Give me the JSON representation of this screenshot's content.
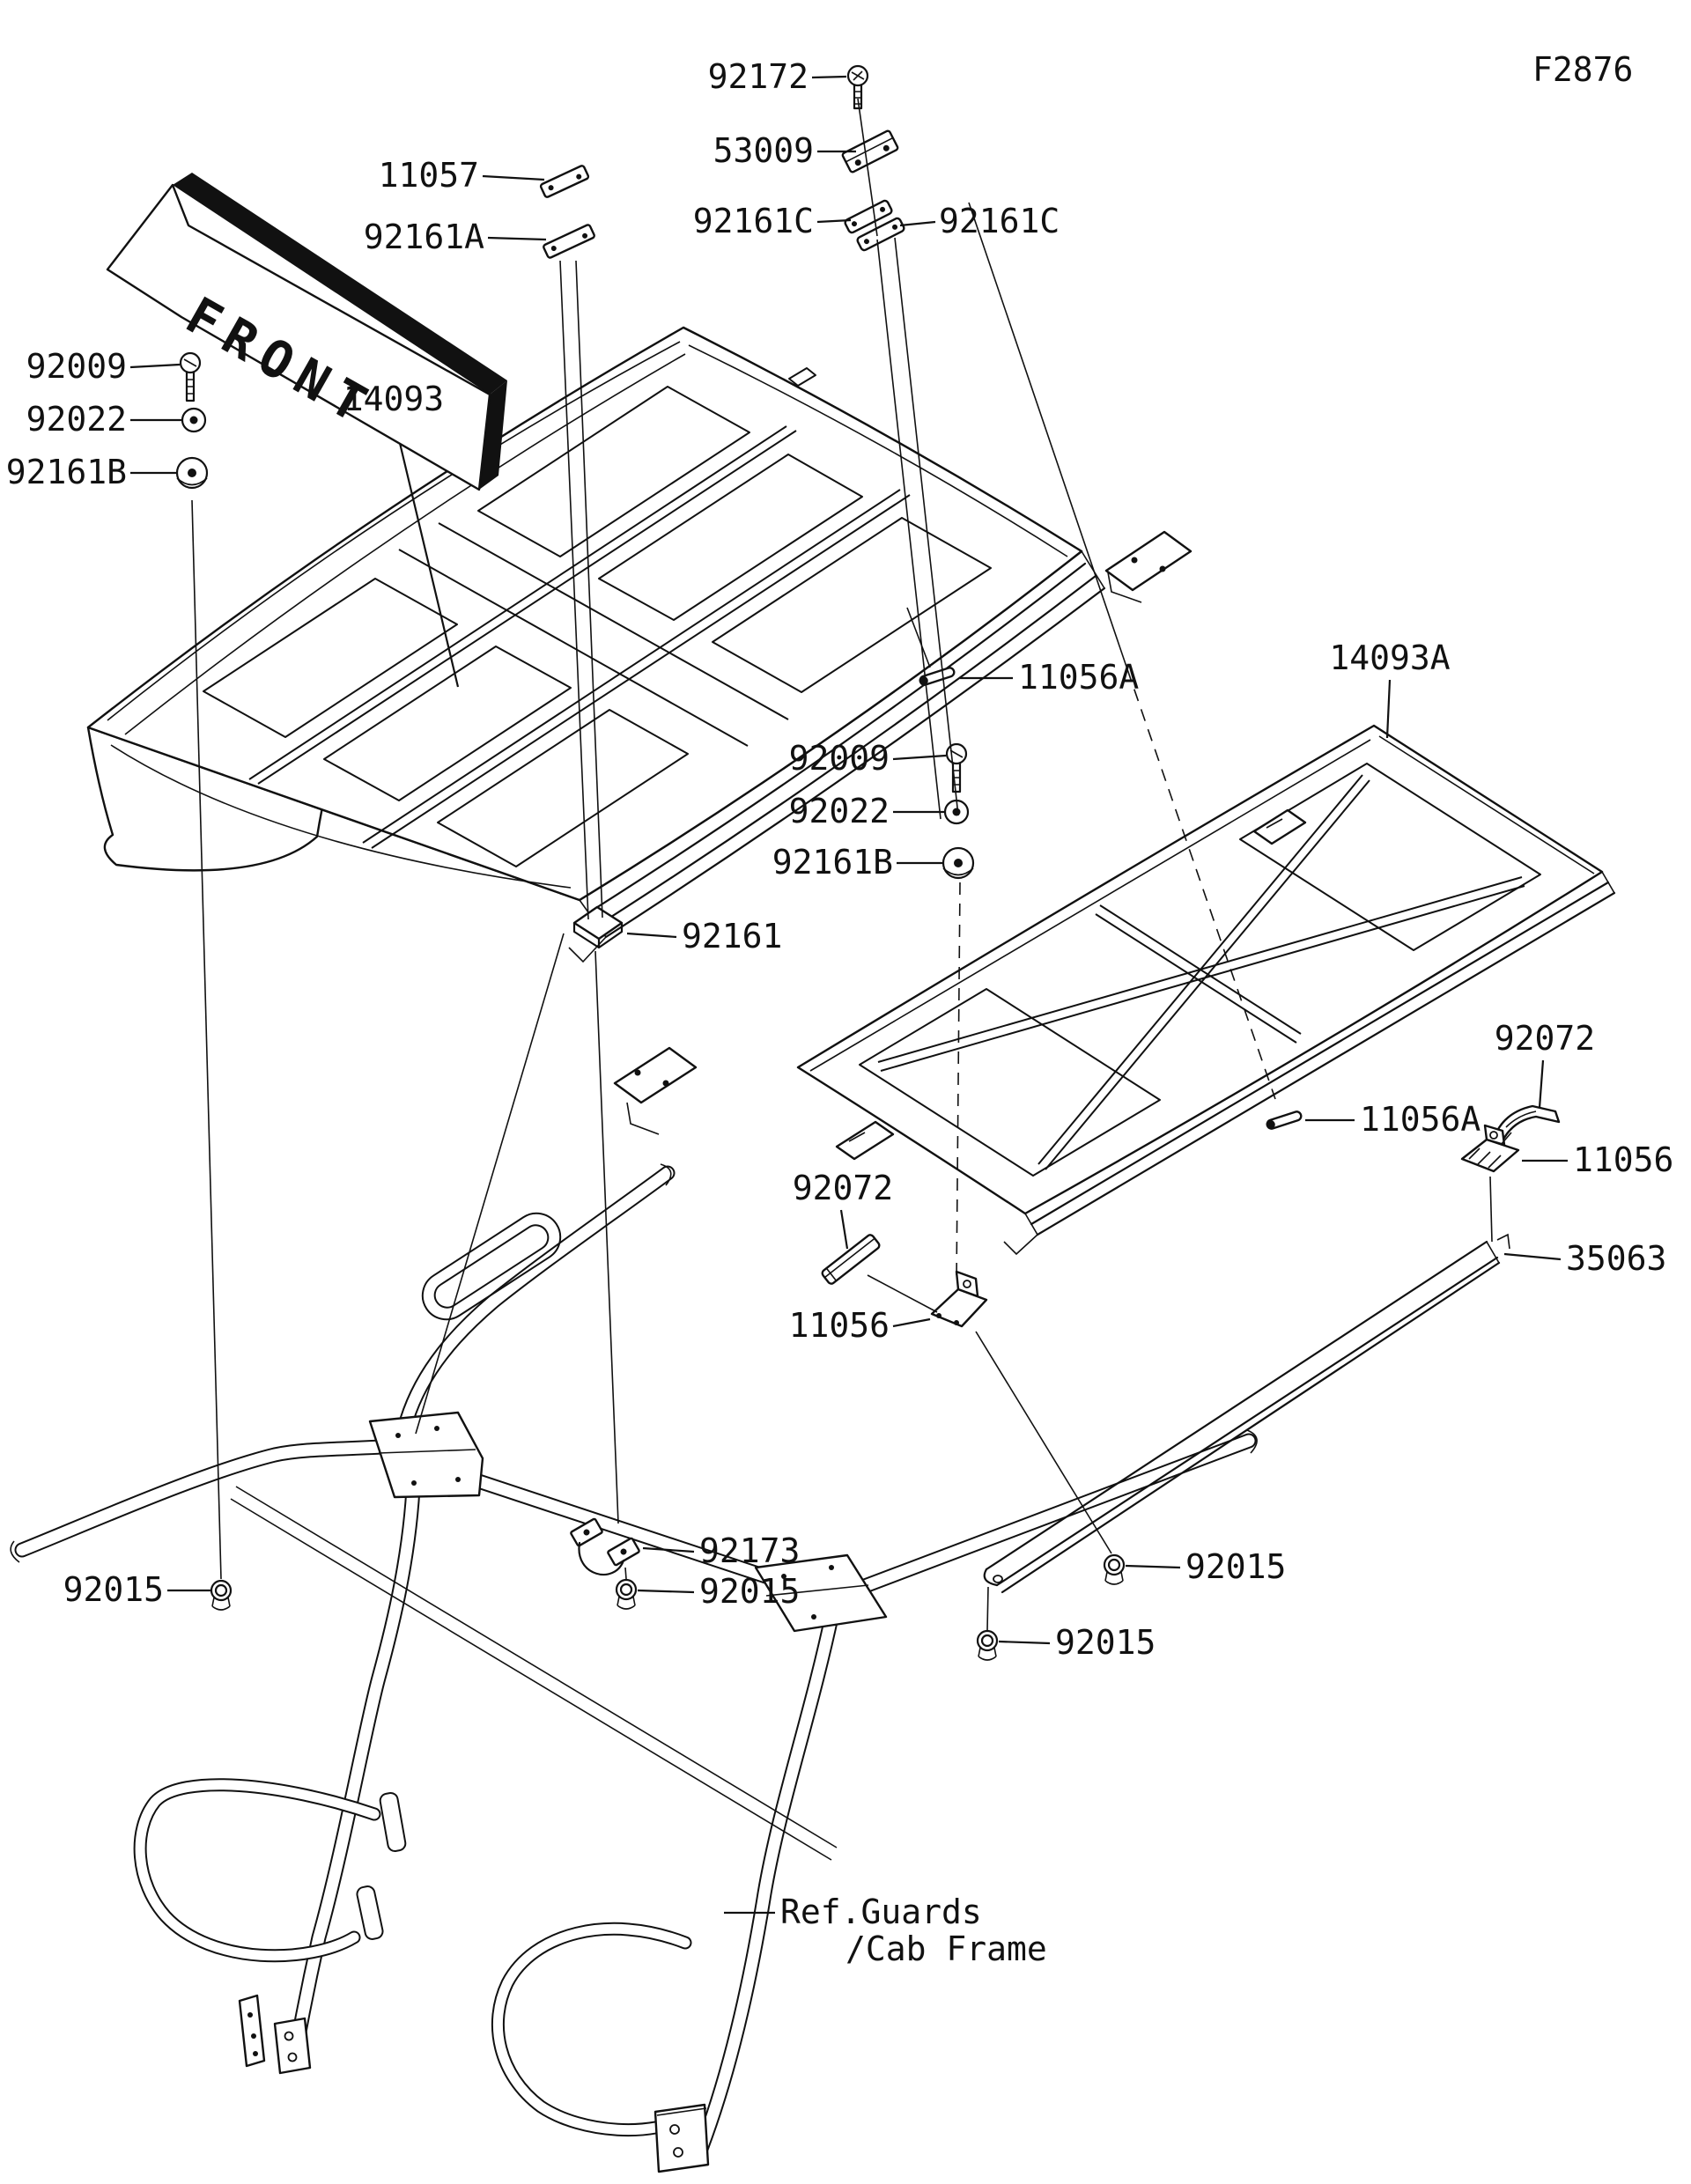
{
  "page": {
    "figure_code": "F2876"
  },
  "front_marker": {
    "label": "FRONT"
  },
  "ref_note": {
    "line1": "Ref.Guards",
    "line2": "/Cab Frame"
  },
  "colors": {
    "line": "#111111",
    "background": "#ffffff"
  },
  "part_labels": [
    {
      "part": "92172"
    },
    {
      "part": "53009"
    },
    {
      "part": "92161C"
    },
    {
      "part": "92161C"
    },
    {
      "part": "11057"
    },
    {
      "part": "92161A"
    },
    {
      "part": "92009"
    },
    {
      "part": "92022"
    },
    {
      "part": "92161B"
    },
    {
      "part": "14093"
    },
    {
      "part": "11056A"
    },
    {
      "part": "92009"
    },
    {
      "part": "92022"
    },
    {
      "part": "92161B"
    },
    {
      "part": "14093A"
    },
    {
      "part": "92161"
    },
    {
      "part": "92072"
    },
    {
      "part": "11056"
    },
    {
      "part": "35063"
    },
    {
      "part": "11056A"
    },
    {
      "part": "92072"
    },
    {
      "part": "11056"
    },
    {
      "part": "92173"
    },
    {
      "part": "92015"
    },
    {
      "part": "92015"
    },
    {
      "part": "92015"
    },
    {
      "part": "92015"
    }
  ]
}
